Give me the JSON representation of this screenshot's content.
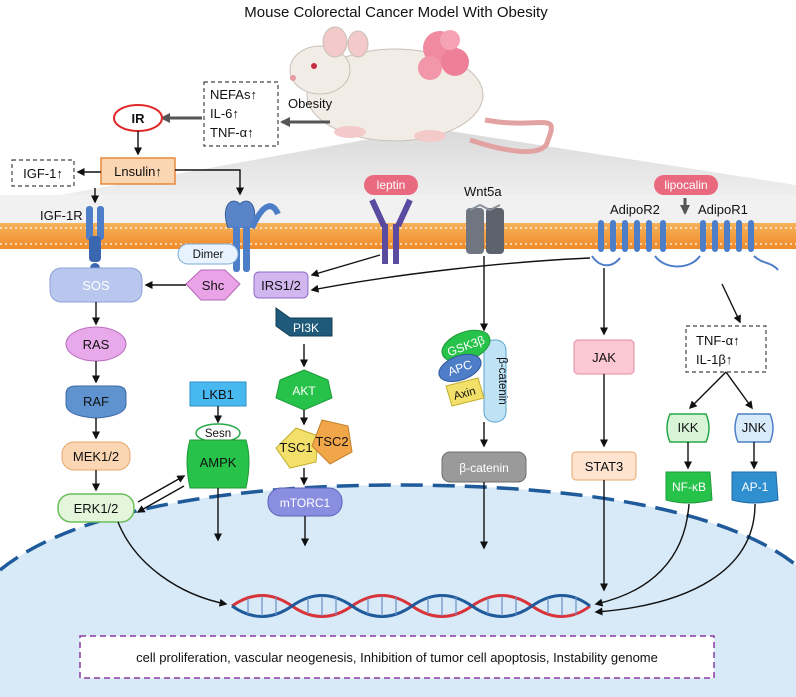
{
  "title": "Mouse Colorectal Cancer Model With Obesity",
  "obesity_box": {
    "lines": [
      "NEFAs↑",
      "IL-6↑",
      "TNF-α↑"
    ],
    "label": "Obesity"
  },
  "ir": "IR",
  "igf1_box": "IGF-1↑",
  "insulin_box": "Lnsulin↑",
  "receptors": {
    "igf1r": "IGF-1R",
    "dimer": "Dimer",
    "leptin": "leptin",
    "wnt5a": "Wnt5a",
    "lipocalin": "lipocalin",
    "adipor2": "AdipoR2",
    "adipor1": "AdipoR1"
  },
  "nodes": {
    "sos": "SOS",
    "shc": "Shc",
    "irs": "IRS1/2",
    "ras": "RAS",
    "raf": "RAF",
    "mek": "MEK1/2",
    "erk": "ERK1/2",
    "lkb1": "LKB1",
    "sesn": "Sesn",
    "ampk": "AMPK",
    "pi3k": "PI3K",
    "akt": "AKT",
    "tsc1": "TSC1",
    "tsc2": "TSC2",
    "mtorc1": "mTORC1",
    "gsk3b": "GSK3β",
    "apc": "APC",
    "axin": "Axin",
    "bcat_complex": "β-catenin",
    "bcat": "β-catenin",
    "jak": "JAK",
    "stat3": "STAT3",
    "cyto_box": [
      "TNF-α↑",
      "IL-1β↑"
    ],
    "ikk": "IKK",
    "jnk": "JNK",
    "nfkb": "NF-κB",
    "ap1": "AP-1"
  },
  "outcome": "cell proliferation, vascular neogenesis,   Inhibition of tumor cell apoptosis, Instability genome",
  "colors": {
    "membrane": "#f5a64a",
    "receptor_blue": "#4f7ec8",
    "sos": "#b9c7ee",
    "pink_purple": "#e7a9ea",
    "nucleus": "#d8eaf7",
    "nucleus_border": "#1f5a9a",
    "peach": "#fbd6b3",
    "green": "#27c24a",
    "red": "#d9343a"
  }
}
